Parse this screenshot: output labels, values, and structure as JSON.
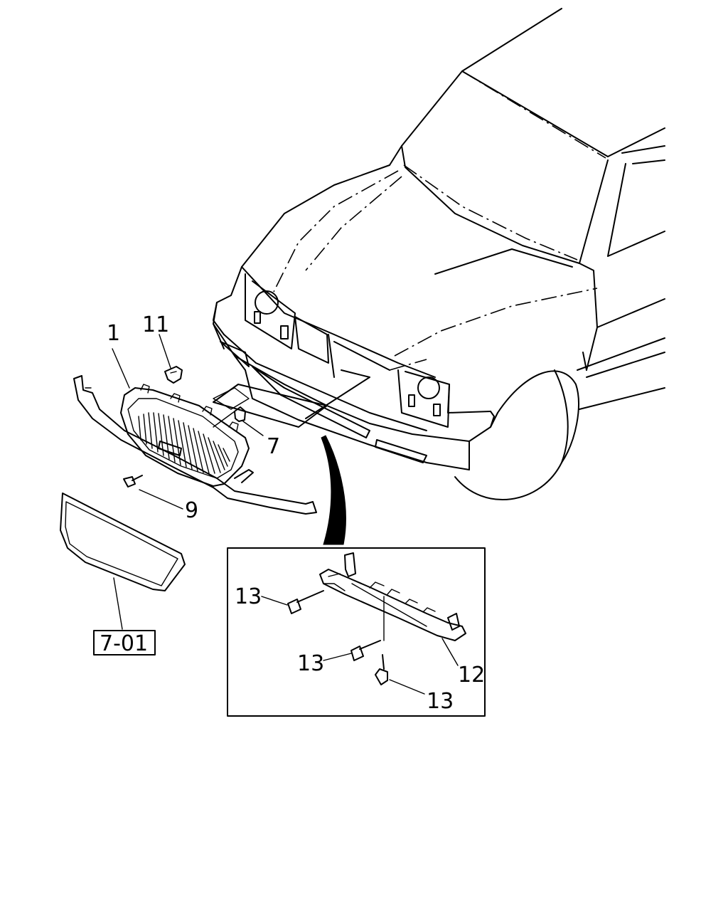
{
  "callouts": {
    "c1": "1",
    "c11": "11",
    "c7": "7",
    "c9": "9",
    "c12": "12",
    "c13a": "13",
    "c13b": "13",
    "c13c": "13"
  },
  "reference": {
    "label": "7-01"
  }
}
